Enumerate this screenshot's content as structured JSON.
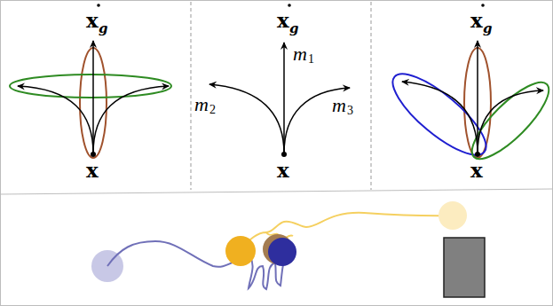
{
  "diagram": {
    "labels": [
      "x",
      "g",
      "x",
      "x",
      "g",
      "m",
      "1",
      "m",
      "2",
      "m",
      "3",
      "x",
      "x",
      "g",
      "x"
    ]
  }
}
